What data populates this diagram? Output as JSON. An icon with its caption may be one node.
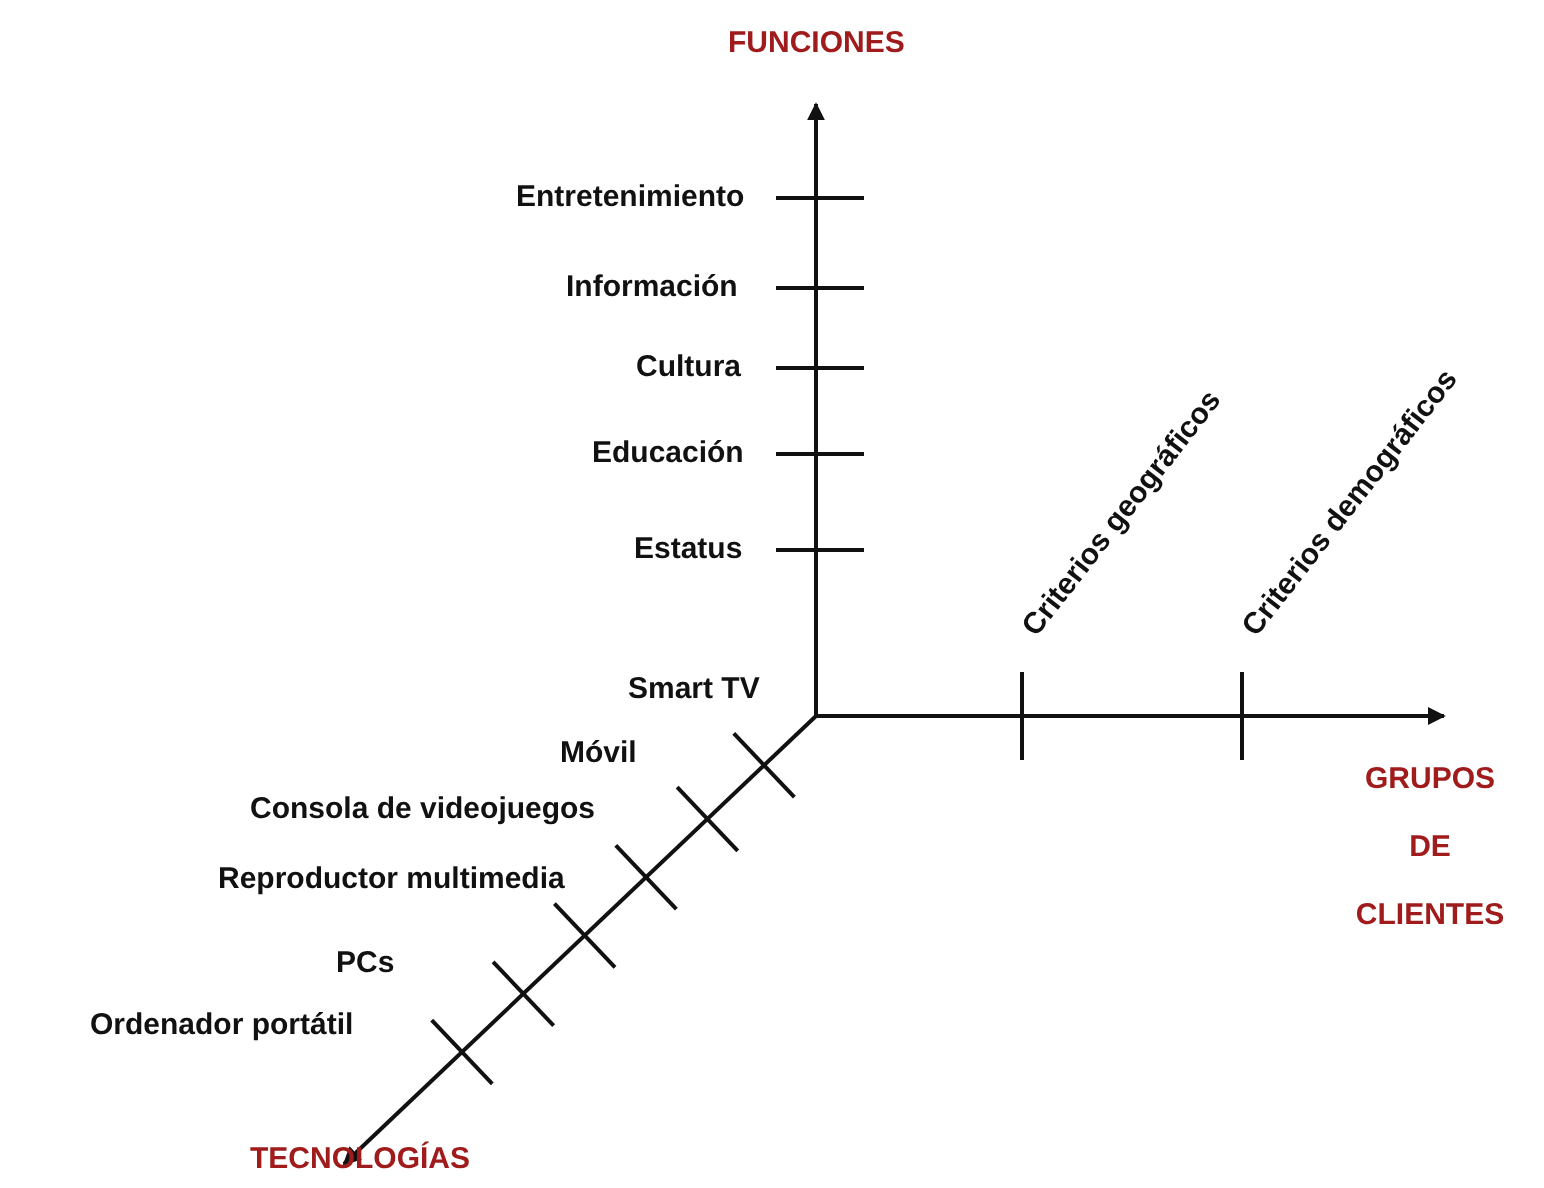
{
  "diagram": {
    "labels": [
      "FUNCIONES",
      "Entretenimiento",
      "Información",
      "Cultura",
      "Educación",
      "Estatus",
      "Criterios geográficos",
      "Criterios demográficos",
      "Smart TV",
      "Móvil",
      "GRUPOS DE CLIENTES",
      "Consola de videojuegos",
      "Reproductor multimedia",
      "PCs",
      "Ordenador portátil",
      "TECNOLOGÍAS"
    ]
  }
}
